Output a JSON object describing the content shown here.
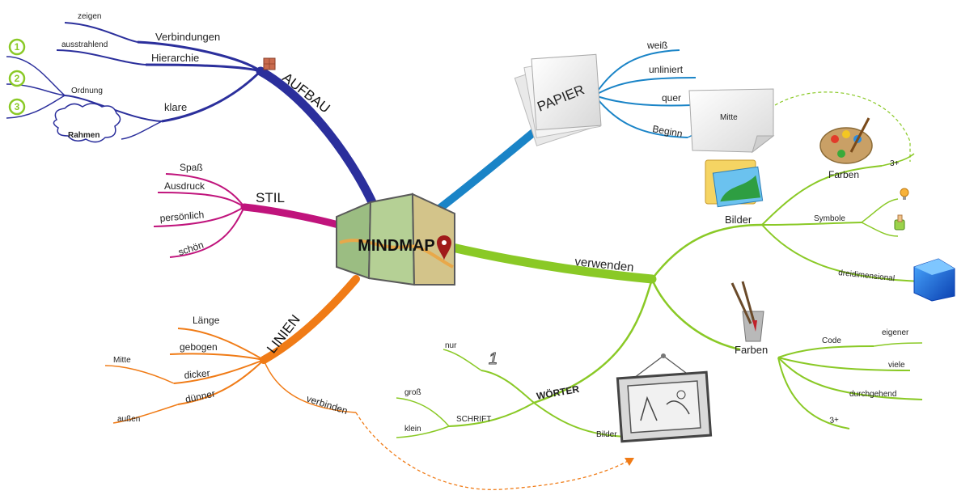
{
  "center": {
    "title": "MINDMAP"
  },
  "aufbau": {
    "title": "AUFBAU",
    "color": "#2b2f9c",
    "items": [
      "Verbindungen",
      "Hierarchie",
      "klare"
    ],
    "sub": {
      "zeigen": "zeigen",
      "ausstrahlend": "ausstrahlend",
      "ordnung": "Ordnung",
      "rahmen": "Rahmen"
    },
    "numbers": [
      "1",
      "2",
      "3"
    ]
  },
  "stil": {
    "title": "STIL",
    "color": "#c0147c",
    "items": [
      "Spaß",
      "Ausdruck",
      "persönlich",
      "schön"
    ]
  },
  "linien": {
    "title": "LINIEN",
    "color": "#f07b16",
    "items": [
      "Länge",
      "gebogen",
      "dicker",
      "dünner",
      "verbinden"
    ],
    "sub": {
      "mitte": "Mitte",
      "aussen": "außen"
    }
  },
  "papier": {
    "title": "PAPIER",
    "color": "#1a84c7",
    "items": [
      "weiß",
      "unliniert",
      "quer",
      "Beginn"
    ],
    "sub": {
      "mitte": "Mitte"
    }
  },
  "verwenden": {
    "title": "verwenden",
    "color": "#8ac926",
    "bilder": "Bilder",
    "bilder_items": [
      "Farben",
      "Symbole",
      "dreidimensional"
    ],
    "three_plus": "3+",
    "farben": "Farben",
    "farben_items": [
      "Code",
      "viele",
      "durchgehend",
      "3+"
    ],
    "eigener": "eigener",
    "woerter": "WÖRTER",
    "woerter_items": {
      "nur": "nur",
      "one": "1",
      "schrift": "SCHRIFT",
      "gross": "groß",
      "klein": "klein",
      "bilder": "Bilder"
    }
  }
}
